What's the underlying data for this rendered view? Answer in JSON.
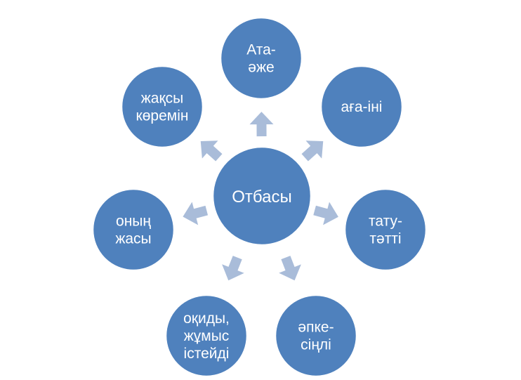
{
  "diagram": {
    "center": {
      "label": "Отбасы"
    },
    "nodes": [
      {
        "id": "ata-azhe",
        "lines": [
          "Ата-",
          "әже"
        ]
      },
      {
        "id": "aga-ini",
        "lines": [
          "аға-іні"
        ]
      },
      {
        "id": "tatu-tatti",
        "lines": [
          "тату-",
          "тәтті"
        ]
      },
      {
        "id": "apke-sinli",
        "lines": [
          "әпке-",
          "сіңлі"
        ]
      },
      {
        "id": "oqidy-zhumys",
        "lines": [
          "оқиды,",
          "жұмыс",
          "істейді"
        ]
      },
      {
        "id": "onyn-zhasy",
        "lines": [
          "оның",
          "жасы"
        ]
      },
      {
        "id": "zhaqsy-koremin",
        "lines": [
          "жақсы",
          "көремін"
        ]
      }
    ],
    "colors": {
      "node_fill": "#4f81bd",
      "arrow_fill": "#a9bcd9",
      "text": "#ffffff"
    }
  }
}
